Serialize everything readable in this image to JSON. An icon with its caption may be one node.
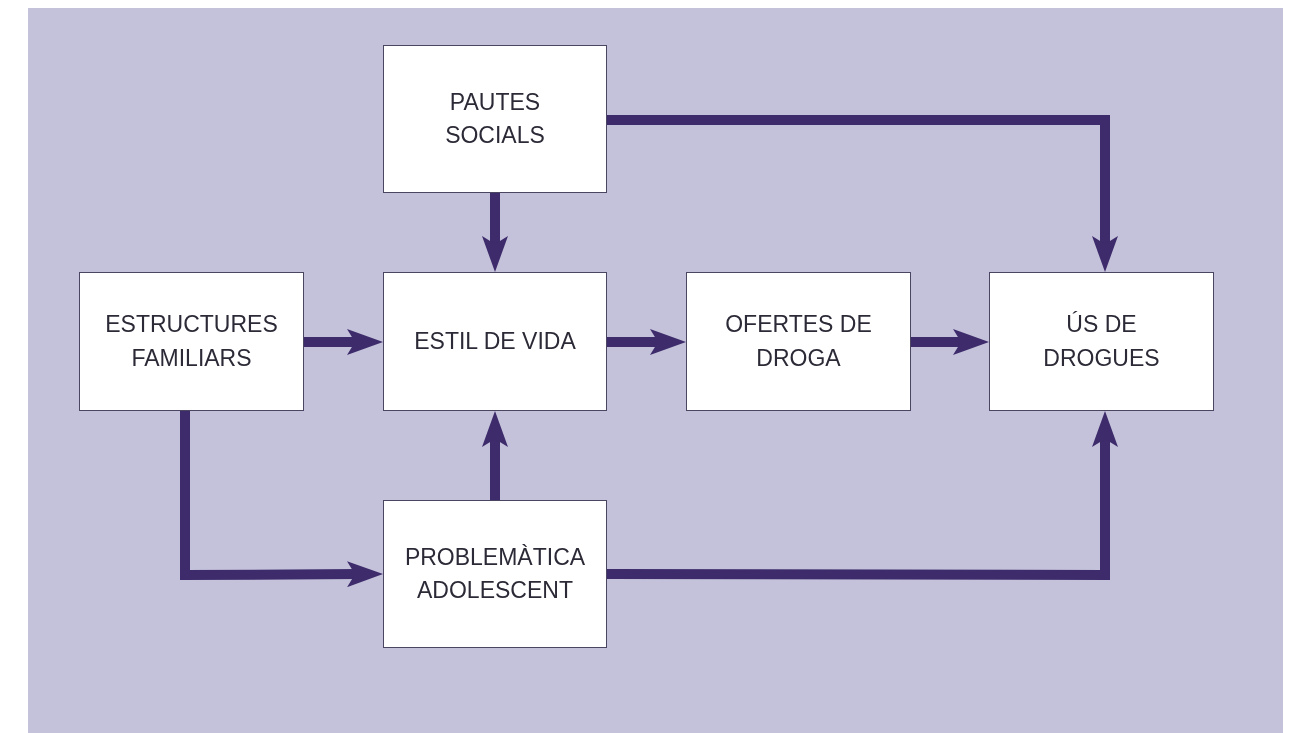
{
  "diagram": {
    "nodes": [
      {
        "text": [
          "PAUTES SOCIALS"
        ]
      },
      {
        "text": [
          "ESTRUCTURES FAMILIARS"
        ]
      },
      {
        "text": [
          "ESTIL DE VIDA"
        ]
      },
      {
        "text": [
          "OFERTES DE DROGA"
        ]
      },
      {
        "text": [
          "ÚS DE DROGUES"
        ]
      },
      {
        "text": [
          "PROBLEMÀTICA ADOLESCENT"
        ]
      }
    ],
    "edges": [
      {
        "from": 0,
        "to": 2,
        "arrow": "to"
      },
      {
        "from": 0,
        "to": 4,
        "arrow": "to"
      },
      {
        "from": 1,
        "to": 2,
        "arrow": "to"
      },
      {
        "from": 2,
        "to": 3,
        "arrow": "to"
      },
      {
        "from": 3,
        "to": 4,
        "arrow": "to"
      },
      {
        "from": 1,
        "to": 5,
        "arrow": "to"
      },
      {
        "from": 5,
        "to": 2,
        "arrow": "to"
      },
      {
        "from": 5,
        "to": 4,
        "arrow": "to"
      }
    ]
  }
}
